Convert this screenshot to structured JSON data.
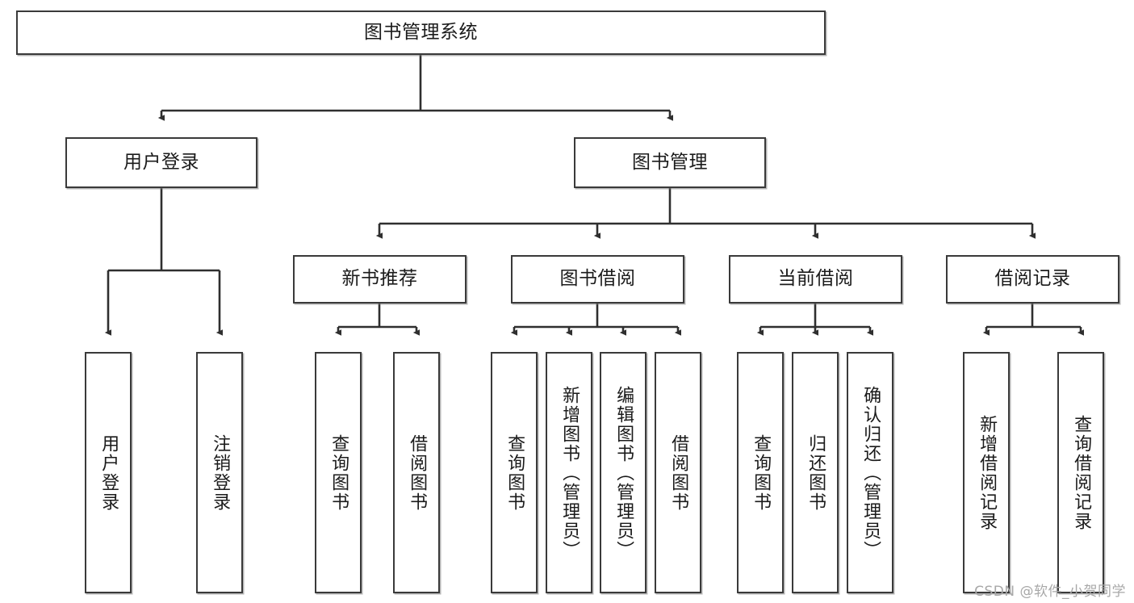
{
  "diagram": {
    "type": "tree",
    "title": "图书管理系统",
    "orientation": "top-down",
    "colors": {
      "node_border": "#3a3a3a",
      "node_fill": "#ffffff",
      "edge": "#2f2f2f",
      "text": "#1b1b1b",
      "watermark": "#a8a8a8"
    },
    "root": {
      "label": "图书管理系统"
    },
    "level2": [
      {
        "label": "用户登录"
      },
      {
        "label": "图书管理"
      }
    ],
    "level3": [
      {
        "label": "新书推荐"
      },
      {
        "label": "图书借阅"
      },
      {
        "label": "当前借阅"
      },
      {
        "label": "借阅记录"
      }
    ],
    "leaves": {
      "user_login": [
        {
          "label": "用户登录"
        },
        {
          "label": "注销登录"
        }
      ],
      "new_book_recommend": [
        {
          "label": "查询图书"
        },
        {
          "label": "借阅图书"
        }
      ],
      "book_borrow": [
        {
          "label": "查询图书"
        },
        {
          "label": "新增图书（管理员）"
        },
        {
          "label": "编辑图书（管理员）"
        },
        {
          "label": "借阅图书"
        }
      ],
      "current_borrow": [
        {
          "label": "查询图书"
        },
        {
          "label": "归还图书"
        },
        {
          "label": "确认归还（管理员）"
        }
      ],
      "borrow_record": [
        {
          "label": "新增借阅记录"
        },
        {
          "label": "查询借阅记录"
        }
      ]
    }
  },
  "watermark": {
    "text": "CSDN @软件_小贺同学"
  }
}
